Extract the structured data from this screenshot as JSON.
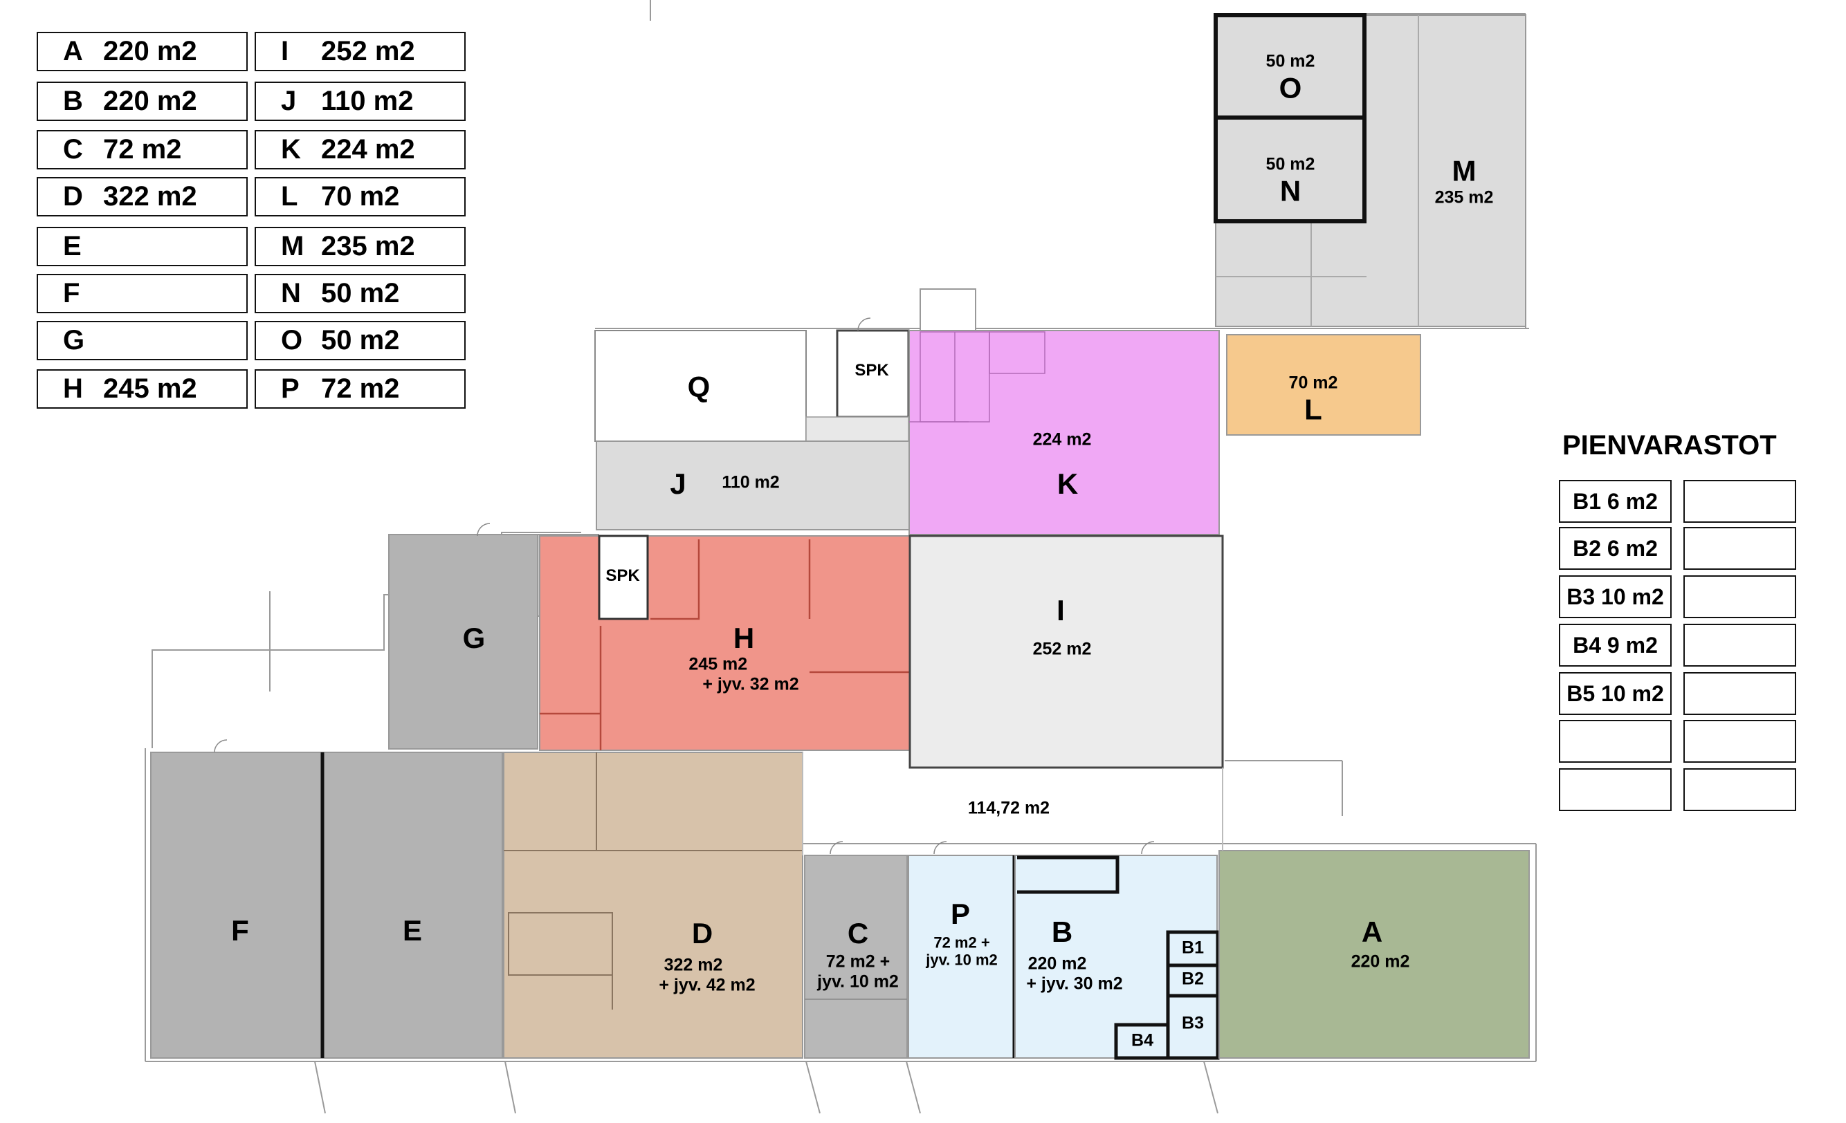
{
  "legend": [
    {
      "code": "A",
      "area": "220 m2"
    },
    {
      "code": "B",
      "area": "220 m2"
    },
    {
      "code": "C",
      "area": "72 m2"
    },
    {
      "code": "D",
      "area": "322 m2"
    },
    {
      "code": "E",
      "area": ""
    },
    {
      "code": "F",
      "area": ""
    },
    {
      "code": "G",
      "area": ""
    },
    {
      "code": "H",
      "area": "245 m2"
    },
    {
      "code": "I",
      "area": "252 m2"
    },
    {
      "code": "J",
      "area": "110 m2"
    },
    {
      "code": "K",
      "area": "224 m2"
    },
    {
      "code": "L",
      "area": "70 m2"
    },
    {
      "code": "M",
      "area": "235 m2"
    },
    {
      "code": "N",
      "area": "50 m2"
    },
    {
      "code": "O",
      "area": "50 m2"
    },
    {
      "code": "P",
      "area": "72 m2"
    }
  ],
  "pienvarastot": {
    "title": "PIENVARASTOT",
    "items": [
      "B1 6 m2",
      "B2 6 m2",
      "B3 10 m2",
      "B4 9 m2",
      "B5 10 m2",
      "",
      ""
    ],
    "right_items": [
      "",
      "",
      "",
      "",
      "",
      "",
      ""
    ]
  },
  "rooms": {
    "A": {
      "name": "A",
      "area": "220 m2"
    },
    "B": {
      "name": "B",
      "area": "220 m2",
      "extra": "+ jyv. 30 m2"
    },
    "C": {
      "name": "C",
      "area": "72 m2 +",
      "extra": "jyv. 10 m2"
    },
    "D": {
      "name": "D",
      "area": "322 m2",
      "extra": "+ jyv. 42 m2"
    },
    "E": {
      "name": "E"
    },
    "F": {
      "name": "F"
    },
    "G": {
      "name": "G"
    },
    "H": {
      "name": "H",
      "area": "245 m2",
      "extra": "+ jyv. 32 m2"
    },
    "I": {
      "name": "I",
      "area": "252 m2"
    },
    "J": {
      "name": "J",
      "area": "110 m2"
    },
    "K": {
      "name": "K",
      "area": "224 m2"
    },
    "L": {
      "name": "L",
      "area": "70 m2"
    },
    "M": {
      "name": "M",
      "area": "235 m2"
    },
    "N": {
      "name": "N",
      "area": "50 m2"
    },
    "O": {
      "name": "O",
      "area": "50 m2"
    },
    "P": {
      "name": "P",
      "area": "72 m2 +",
      "extra": "jyv. 10 m2"
    },
    "Q": {
      "name": "Q"
    },
    "spk1": "SPK",
    "spk2": "SPK",
    "corridor_area": "114,72 m2",
    "B1": "B1",
    "B2": "B2",
    "B3": "B3",
    "B4": "B4"
  },
  "colors": {
    "grey_dark": "#b3b3b3",
    "grey_light": "#dcdcdc",
    "grey_lighter": "#ececec",
    "pink_K": "#f0a8f5",
    "orange_L": "#f6c98d",
    "red_H": "#f0958a",
    "tan_D": "#d7c2aa",
    "green_A": "#a8b894",
    "lightblue_BP": "#e3f2fb",
    "grey_C": "#b8b8b8"
  }
}
